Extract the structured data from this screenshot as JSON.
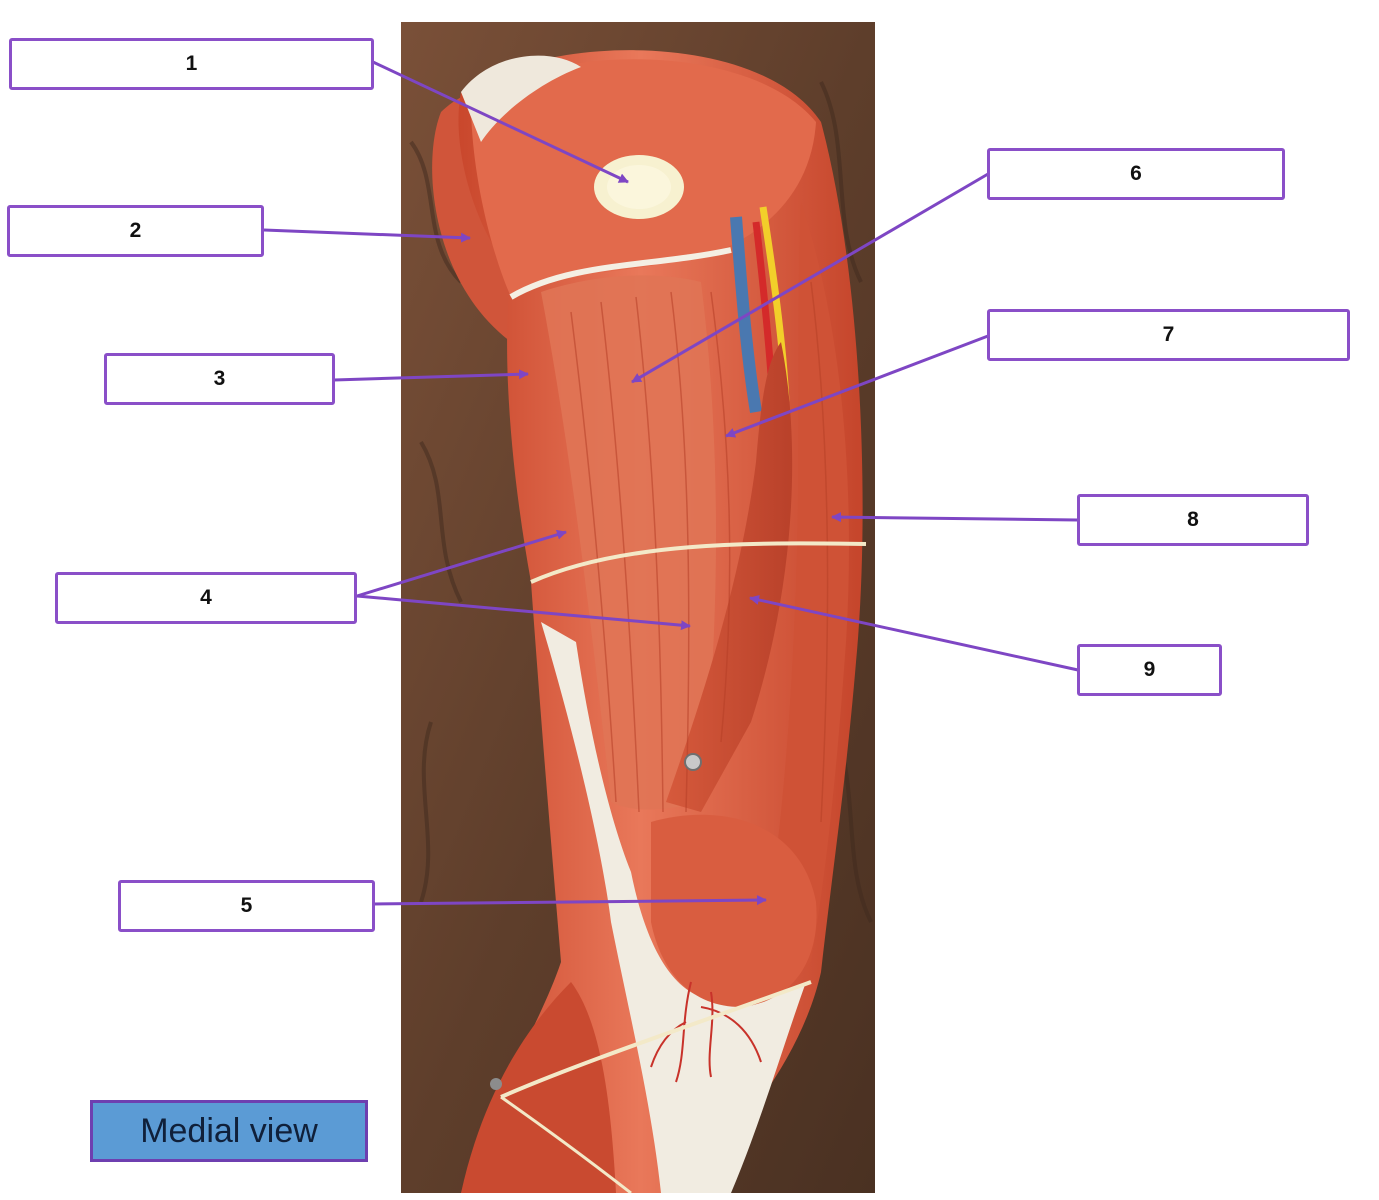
{
  "labels": [
    {
      "id": "1",
      "text": "1"
    },
    {
      "id": "2",
      "text": "2"
    },
    {
      "id": "3",
      "text": "3"
    },
    {
      "id": "4",
      "text": "4"
    },
    {
      "id": "5",
      "text": "5"
    },
    {
      "id": "6",
      "text": "6"
    },
    {
      "id": "7",
      "text": "7"
    },
    {
      "id": "8",
      "text": "8"
    },
    {
      "id": "9",
      "text": "9"
    }
  ],
  "view_tag": "Medial view",
  "colors": {
    "label_border": "#8a4fc8",
    "leader_line": "#7e46c4",
    "view_tag_fill": "#5b9bd5",
    "muscle": "#e0684a",
    "tendon": "#f2efe4",
    "background_rock": "#6e4a34"
  }
}
